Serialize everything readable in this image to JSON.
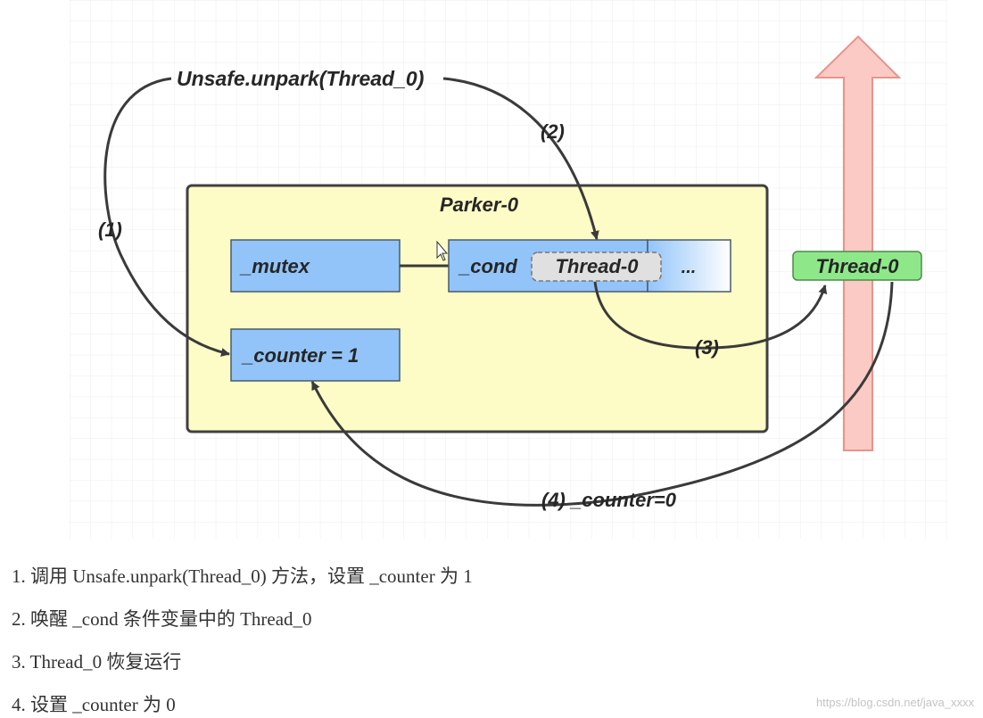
{
  "diagram": {
    "call_label": "Unsafe.unpark(Thread_0)",
    "step_labels": {
      "s1": "(1)",
      "s2": "(2)",
      "s3": "(3)",
      "s4": "(4) _counter=0"
    },
    "parker": {
      "title": "Parker-0",
      "mutex": "_mutex",
      "cond": "_cond",
      "waiting_thread": "Thread-0",
      "more": "...",
      "counter": "_counter = 1"
    },
    "running_thread": "Thread-0",
    "colors": {
      "parker_fill": "#fdfbc6",
      "field_fill": "#92c4f9",
      "thread_pill": "#e0e0e0",
      "running_fill": "#8ee88a",
      "arrow_fill": "#fccac4",
      "arrow_stroke": "#e8948c",
      "grid": "#eeeeee"
    }
  },
  "steps": [
    "1. 调用 Unsafe.unpark(Thread_0) 方法，设置 _counter 为 1",
    "2. 唤醒 _cond 条件变量中的 Thread_0",
    "3. Thread_0 恢复运行",
    "4. 设置 _counter 为 0"
  ],
  "watermark": "https://blog.csdn.net/java_xxxx"
}
